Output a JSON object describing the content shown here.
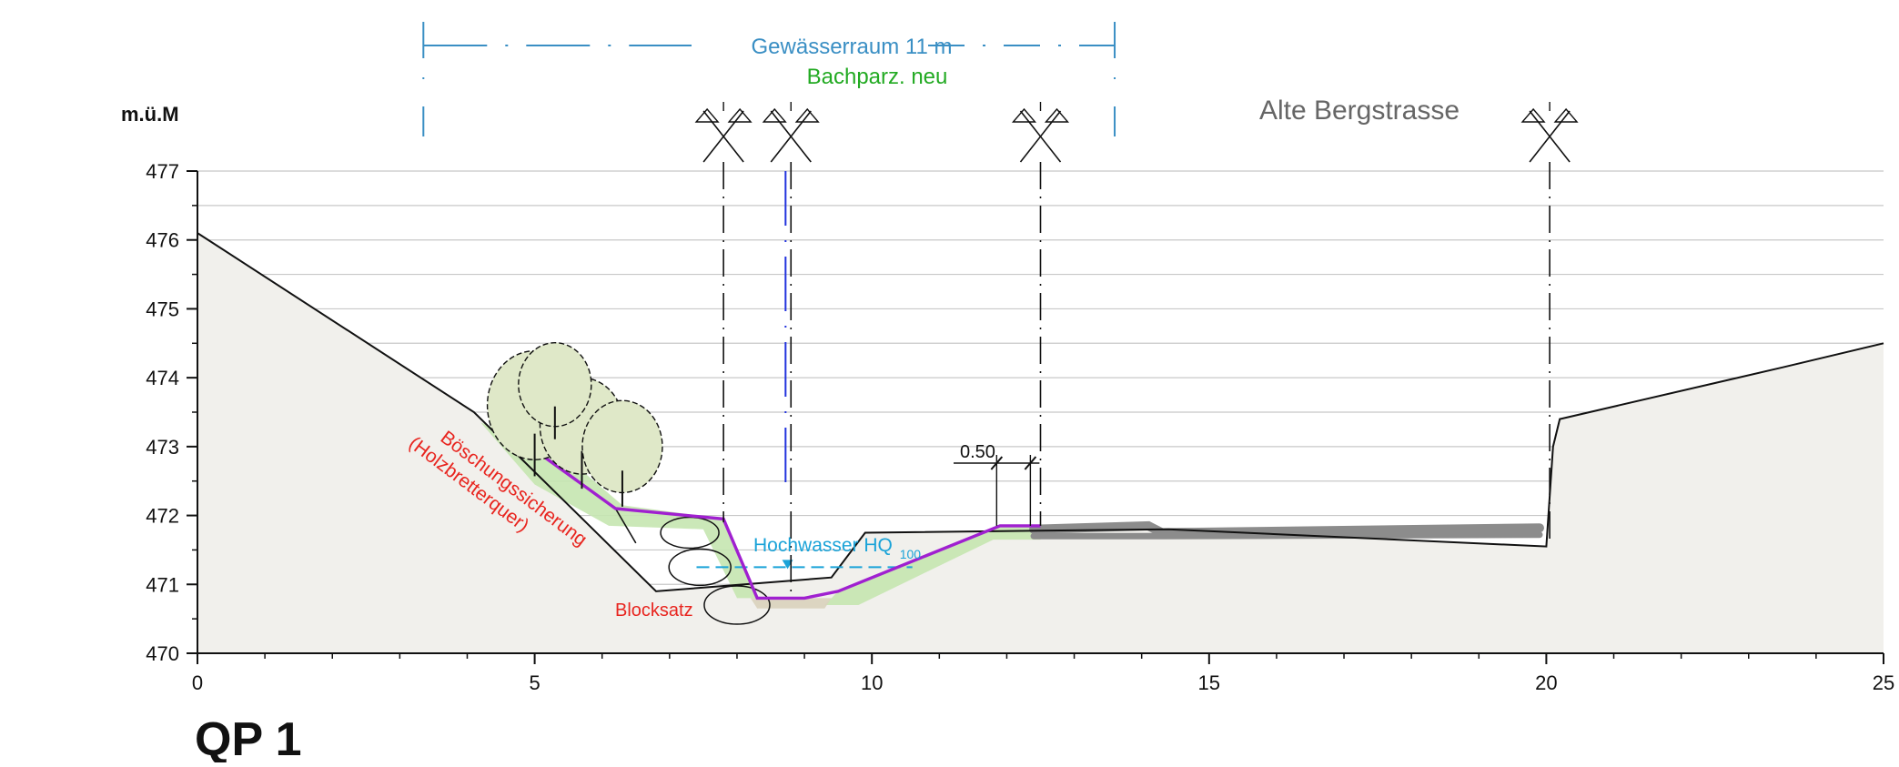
{
  "title": "QP 1",
  "y_axis_unit": "m.ü.M",
  "annotations": {
    "gewaesserraum": "Gewässerraum 11 m",
    "bachparzelle": "Bachparz. neu",
    "alte_bergstrasse": "Alte Bergstrasse",
    "boeschung_line1": "Böschungssicherung",
    "boeschung_line2": "(Holzbretterquer)",
    "blocksatz": "Blocksatz",
    "hochwasser": "Hochwasser HQ",
    "hochwasser_sub": "100",
    "offset_dim": "0.50"
  },
  "colors": {
    "gewaesserraum": "#3a8fc4",
    "bachparzelle": "#22aa22",
    "alte_bergstrasse": "#666666",
    "red_labels": "#e8251f",
    "hochwasser": "#1aa3d8",
    "new_profile": "#a020d0",
    "terrain_fill": "#f1f0ec",
    "green_fill": "#c5e6b0",
    "road": "#8c8c8c",
    "blue_line": "#2233dd",
    "grid": "#c8c8c8",
    "trees": "#dfe8c8",
    "tree_outline": "#111111"
  },
  "chart_data": {
    "type": "cross-section",
    "xlim": [
      0,
      25
    ],
    "ylim": [
      470,
      477
    ],
    "x_ticks": [
      0,
      5,
      10,
      15,
      20,
      25
    ],
    "y_ticks": [
      470,
      471,
      472,
      473,
      474,
      475,
      476,
      477
    ],
    "y_label": "m.ü.M",
    "existing_terrain": [
      [
        0,
        476.1
      ],
      [
        4.1,
        473.5
      ],
      [
        6.8,
        470.9
      ],
      [
        9.4,
        471.1
      ],
      [
        9.9,
        471.75
      ],
      [
        14.4,
        471.8
      ],
      [
        20.0,
        471.55
      ],
      [
        20.1,
        473.0
      ],
      [
        20.2,
        473.4
      ],
      [
        23.5,
        474.15
      ],
      [
        25,
        474.5
      ]
    ],
    "new_profile": [
      [
        5.0,
        472.95
      ],
      [
        6.2,
        472.1
      ],
      [
        7.8,
        471.95
      ],
      [
        8.3,
        470.8
      ],
      [
        9.0,
        470.8
      ],
      [
        9.5,
        470.9
      ],
      [
        11.9,
        471.85
      ],
      [
        12.5,
        471.85
      ]
    ],
    "boundary_markers_x": [
      7.8,
      8.8,
      12.5,
      20.05
    ],
    "gewaesserraum_x": [
      3.35,
      13.6
    ],
    "hochwasser_hq100": 471.25,
    "offset_dimension_x": [
      11.85,
      12.35
    ]
  }
}
